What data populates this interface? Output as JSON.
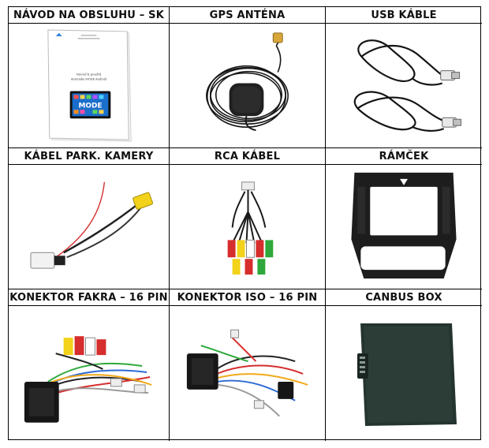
{
  "items": [
    {
      "label": "NÁVOD NA OBSLUHU – SK",
      "image": "manual-image"
    },
    {
      "label": "GPS ANTÉNA",
      "image": "gps-antenna-image"
    },
    {
      "label": "USB KÁBLE",
      "image": "usb-cables-image"
    },
    {
      "label": "KÁBEL PARK. KAMERY",
      "image": "parking-camera-cable-image"
    },
    {
      "label": "RCA KÁBEL",
      "image": "rca-cable-image"
    },
    {
      "label": "RÁMČEK",
      "image": "frame-image"
    },
    {
      "label": "KONEKTOR FAKRA – 16 PIN",
      "image": "fakra-connector-image"
    },
    {
      "label": "KONEKTOR ISO – 16 PIN",
      "image": "iso-connector-image"
    },
    {
      "label": "CANBUS BOX",
      "image": "canbus-box-image"
    }
  ],
  "manual": {
    "title_line": "Návod k použití",
    "subtitle_line": "Autorádio MODE Android",
    "logo_text": "MODE"
  }
}
